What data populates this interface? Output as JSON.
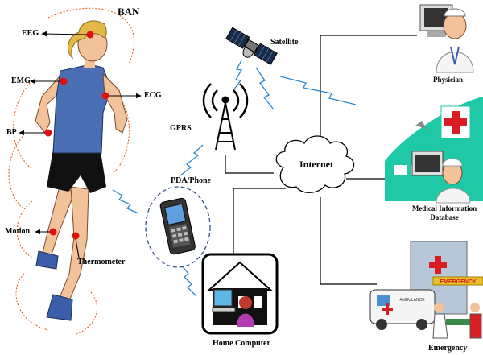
{
  "title": "BAN",
  "body_sensors": {
    "eeg": "EEG",
    "emg": "EMG",
    "ecg": "ECG",
    "bp": "BP",
    "motion": "Motion",
    "thermometer": "Thermometer"
  },
  "nodes": {
    "satellite": "Satellite",
    "gprs": "GPRS",
    "pda": "PDA/Phone",
    "internet": "Internet",
    "physician": "Physician",
    "medical_db_line1": "Medical Information",
    "medical_db_line2": "Database",
    "home_computer": "Home Computer",
    "emergency": "Emergency"
  },
  "building_signs": {
    "emergency_sign": "EMERGENCY",
    "ambulance": "AMBULANCE"
  },
  "colors": {
    "sensor_red": "#e01010",
    "wave_orange": "#e8601c",
    "signal_blue": "#2b87d3",
    "pda_ellipse": "#33528f",
    "teal": "#1fc9a6",
    "hospital_red": "#d81e22",
    "shirt_blue": "#4a6fb5"
  }
}
